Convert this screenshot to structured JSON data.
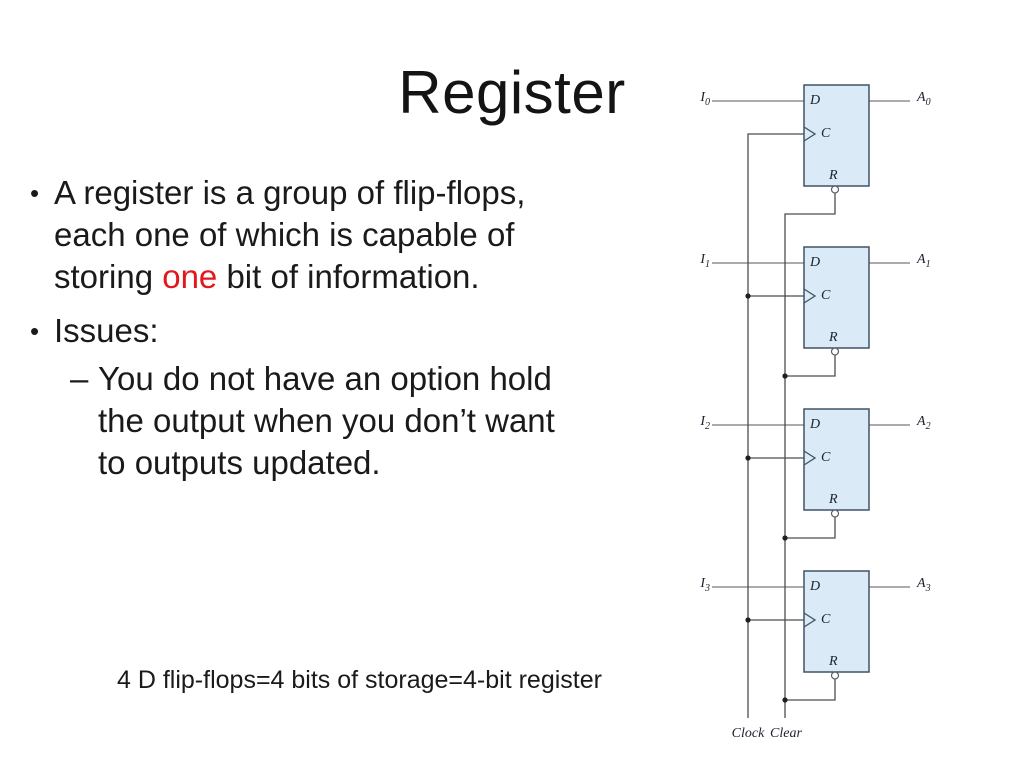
{
  "slide": {
    "title": "Register",
    "bullets": {
      "marker": "•",
      "sub_marker": "–",
      "b1_line1": "A register is a group of flip-flops,",
      "b1_line2": "each one of which is capable of",
      "b1_line3_pre": "storing ",
      "b1_line3_red": "one",
      "b1_line3_post": " bit of information.",
      "b2": "Issues:",
      "sub_line1": "You do not have an option hold",
      "sub_line2": "the output when you don’t want",
      "sub_line3": "to outputs updated."
    },
    "caption": "4 D flip-flops=4 bits of storage=4-bit register"
  },
  "diagram": {
    "flipflop_labels": {
      "d": "D",
      "c": "C",
      "r": "R"
    },
    "inputs": [
      {
        "name": "I",
        "sub": "0"
      },
      {
        "name": "I",
        "sub": "1"
      },
      {
        "name": "I",
        "sub": "2"
      },
      {
        "name": "I",
        "sub": "3"
      }
    ],
    "outputs": [
      {
        "name": "A",
        "sub": "0"
      },
      {
        "name": "A",
        "sub": "1"
      },
      {
        "name": "A",
        "sub": "2"
      },
      {
        "name": "A",
        "sub": "3"
      }
    ],
    "clock_label": "Clock",
    "clear_label": "Clear"
  },
  "colors": {
    "highlight_red": "#e2191c",
    "body_text": "#1a1a1a",
    "box_fill": "#daeaf6",
    "box_border": "#3f5366",
    "io_wire_gray": "#8f8f8f",
    "control_wire": "#4d4d4d",
    "diagram_label": "#1d2130"
  }
}
